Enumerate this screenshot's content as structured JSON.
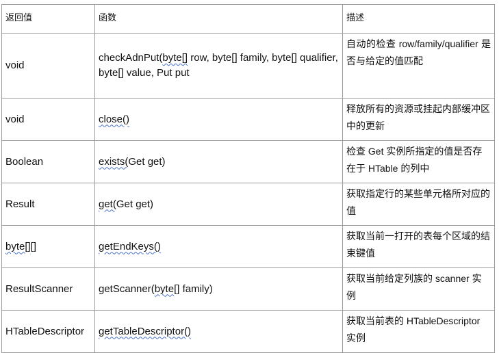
{
  "headers": [
    "返回值",
    "函数",
    "描述"
  ],
  "rows": [
    {
      "ret": {
        "pre": "void",
        "link": "",
        "post": ""
      },
      "fn": {
        "pre": "checkAdnPut(",
        "link": "byte[]",
        "post": " row, byte[] family, byte[] qualifier, byte[] value, Put put"
      },
      "desc": "自动的检查 row/family/qualifier 是否与给定的值匹配"
    },
    {
      "ret": {
        "pre": "void",
        "link": "",
        "post": ""
      },
      "fn": {
        "pre": "",
        "link": "close()",
        "post": ""
      },
      "desc": "释放所有的资源或挂起内部缓冲区中的更新"
    },
    {
      "ret": {
        "pre": "Boolean",
        "link": "",
        "post": ""
      },
      "fn": {
        "pre": "",
        "link": "exists(",
        "post": "Get get)"
      },
      "desc": "检查 Get 实例所指定的值是否存在于 HTable 的列中"
    },
    {
      "ret": {
        "pre": "Result",
        "link": "",
        "post": ""
      },
      "fn": {
        "pre": "",
        "link": "get(",
        "post": "Get get)"
      },
      "desc": "获取指定行的某些单元格所对应的值"
    },
    {
      "ret": {
        "pre": "",
        "link": "byte[][]",
        "post": ""
      },
      "fn": {
        "pre": "",
        "link": "getEndKeys()",
        "post": ""
      },
      "desc": "获取当前一打开的表每个区域的结束键值"
    },
    {
      "ret": {
        "pre": "ResultScanner",
        "link": "",
        "post": ""
      },
      "fn": {
        "pre": "getScanner(",
        "link": "byte[]",
        "post": " family)"
      },
      "desc": "获取当前给定列族的 scanner 实例"
    },
    {
      "ret": {
        "pre": "HTableDescriptor",
        "link": "",
        "post": ""
      },
      "fn": {
        "pre": "",
        "link": "getTableDescriptor()",
        "post": ""
      },
      "desc": "获取当前表的 HTableDescriptor 实例"
    }
  ]
}
